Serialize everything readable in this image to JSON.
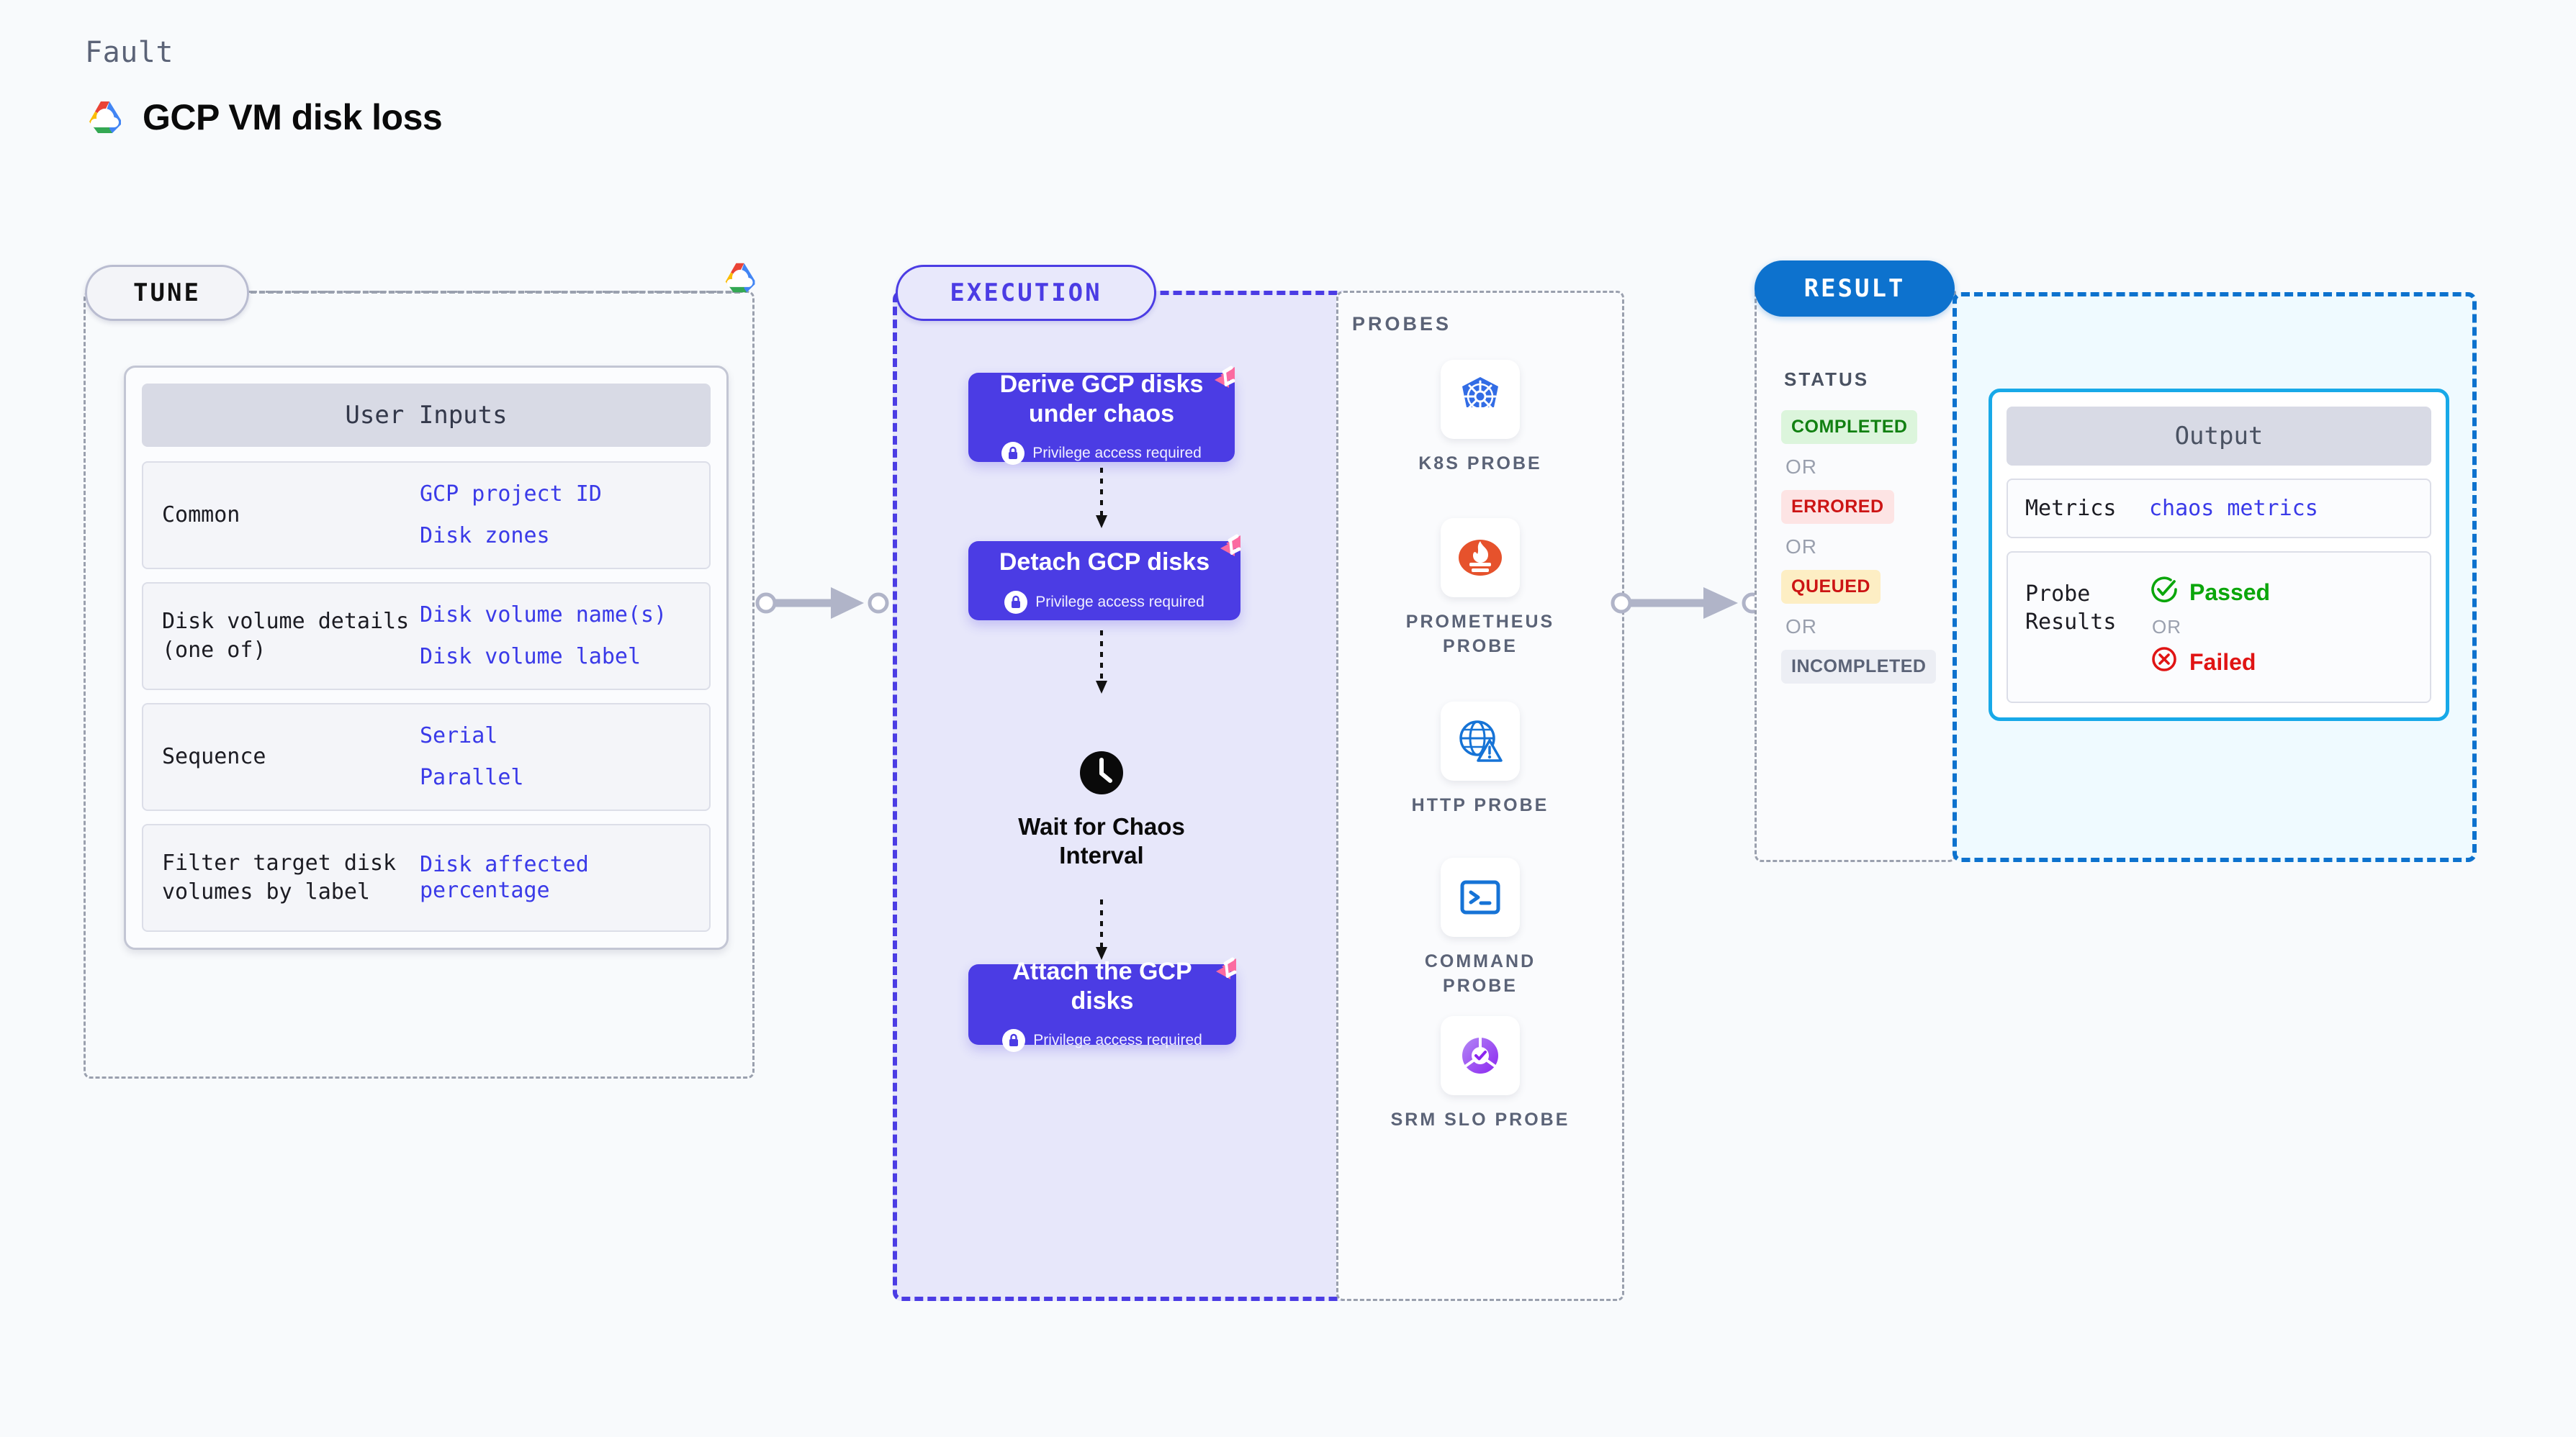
{
  "header": {
    "eyebrow": "Fault",
    "title": "GCP VM disk loss",
    "logo_icon": "gcp-logo-icon"
  },
  "tune": {
    "pill_label": "TUNE",
    "logo_icon": "gcp-logo-icon",
    "card_title": "User Inputs",
    "rows": [
      {
        "label": "Common",
        "values": [
          "GCP project ID",
          "Disk zones"
        ]
      },
      {
        "label": "Disk volume details (one of)",
        "values": [
          "Disk volume name(s)",
          "Disk volume label"
        ]
      },
      {
        "label": "Sequence",
        "values": [
          "Serial",
          "Parallel"
        ]
      },
      {
        "label": "Filter target disk volumes by label",
        "values": [
          "Disk affected percentage"
        ]
      }
    ]
  },
  "execution": {
    "pill_label": "EXECUTION",
    "nodes": [
      {
        "title": "Derive GCP disks under chaos",
        "privilege": "Privilege access required",
        "badge_icon": "litmus-logo-icon",
        "lock_icon": "lock-icon"
      },
      {
        "title": "Detach GCP disks",
        "privilege": "Privilege access required",
        "badge_icon": "litmus-logo-icon",
        "lock_icon": "lock-icon"
      },
      {
        "title": "Attach the GCP disks",
        "privilege": "Privilege access required",
        "badge_icon": "litmus-logo-icon",
        "lock_icon": "lock-icon"
      }
    ],
    "wait": {
      "label": "Wait for Chaos Interval",
      "icon": "clock-icon"
    }
  },
  "probes": {
    "title": "PROBES",
    "items": [
      {
        "label": "K8S PROBE",
        "icon": "kubernetes-icon"
      },
      {
        "label": "PROMETHEUS PROBE",
        "icon": "prometheus-icon"
      },
      {
        "label": "HTTP PROBE",
        "icon": "http-globe-icon"
      },
      {
        "label": "COMMAND PROBE",
        "icon": "terminal-icon"
      },
      {
        "label": "SRM SLO PROBE",
        "icon": "srm-slo-icon"
      }
    ]
  },
  "result": {
    "pill_label": "RESULT",
    "status_title": "STATUS",
    "or_label": "OR",
    "statuses": [
      {
        "label": "COMPLETED",
        "bg": "#dcf5dc",
        "fg": "#118011"
      },
      {
        "label": "ERRORED",
        "bg": "#fde4e4",
        "fg": "#cc1414"
      },
      {
        "label": "QUEUED",
        "bg": "#fdeec4",
        "fg": "#cc1414"
      },
      {
        "label": "INCOMPLETED",
        "bg": "#eceef4",
        "fg": "#5b6377"
      }
    ],
    "output": {
      "title": "Output",
      "metrics_label": "Metrics",
      "metrics_value": "chaos metrics",
      "probe_results_label": "Probe Results",
      "passed_label": "Passed",
      "failed_label": "Failed",
      "or_label": "OR",
      "passed_icon": "check-circle-icon",
      "failed_icon": "x-circle-icon"
    }
  },
  "colors": {
    "background": "#f8fafc",
    "indigo": "#4b3ce4",
    "blue": "#0d72ce",
    "cyan": "#18a9e8",
    "pink": "#fb6aa0",
    "gray_dash": "#9aa0ae",
    "mono_blue": "#3a3ae8",
    "green": "#118011",
    "red": "#cc1414"
  }
}
